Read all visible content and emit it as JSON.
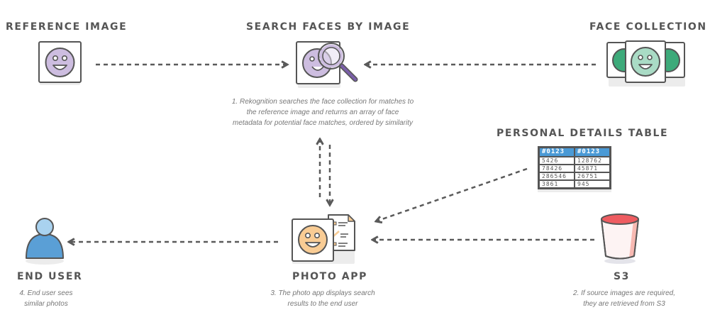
{
  "nodes": {
    "reference_image": {
      "title": "REFERENCE IMAGE",
      "icon": "purple-face-photo-icon"
    },
    "search_faces": {
      "title": "SEARCH FACES BY IMAGE",
      "icon": "face-magnifier-icon",
      "caption": [
        "1. Rekognition searches the face collection for matches to",
        "the reference image and returns an array of face",
        "metadata for potential face matches, ordered by similarity"
      ]
    },
    "face_collection": {
      "title": "FACE COLLECTION",
      "icon": "green-face-stack-icon"
    },
    "personal_details_table": {
      "title": "PERSONAL DETAILS TABLE",
      "headers": [
        "#0123",
        "#0123"
      ],
      "rows": [
        [
          "5426",
          "128762"
        ],
        [
          "78426",
          "45871"
        ],
        [
          "286546",
          "26751"
        ],
        [
          "3861",
          "945"
        ]
      ]
    },
    "end_user": {
      "title": "END USER",
      "icon": "user-icon",
      "caption": [
        "4. End user sees",
        "similar photos"
      ]
    },
    "photo_app": {
      "title": "PHOTO APP",
      "icon": "photo-app-icon",
      "caption": [
        "3. The photo app displays search",
        "results to the end user"
      ]
    },
    "s3": {
      "title": "S3",
      "icon": "s3-bucket-icon",
      "caption": [
        "2. If source images are required,",
        "they are retrieved from S3"
      ]
    }
  },
  "colors": {
    "text": "#555555",
    "caption": "#777777",
    "stroke": "#555555",
    "purple_light": "#cdbde0",
    "purple_dark": "#7a5fa8",
    "green_dark": "#3daa7a",
    "green_light": "#a9dbc5",
    "orange": "#f9cc94",
    "blue_head": "#a9d2ef",
    "blue_body": "#5a9fd6",
    "red": "#ee5b60",
    "pink": "#f8b9b2",
    "table_header": "#4a9ad6"
  }
}
